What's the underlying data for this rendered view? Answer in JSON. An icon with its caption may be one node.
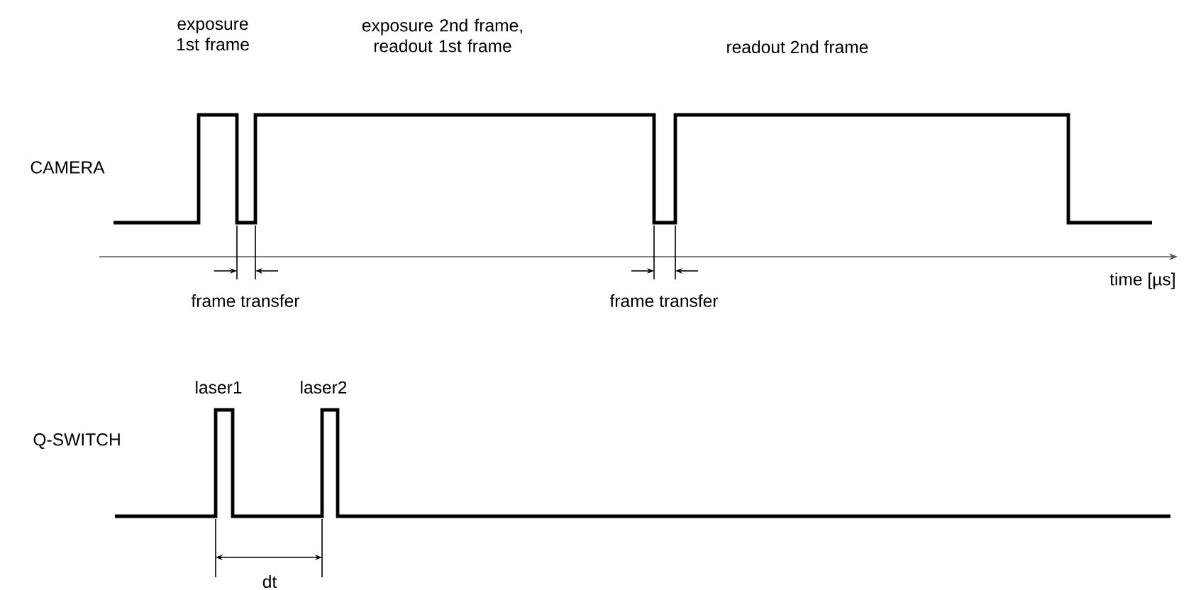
{
  "diagram": {
    "labels": [
      "exposure 1st frame",
      "exposure 2nd frame, readout 1st frame",
      "readout 2nd frame",
      "CAMERA",
      "frame transfer",
      "frame transfer",
      "time [µs]",
      "laser1",
      "laser2",
      "Q-SWITCH",
      "dt"
    ]
  }
}
